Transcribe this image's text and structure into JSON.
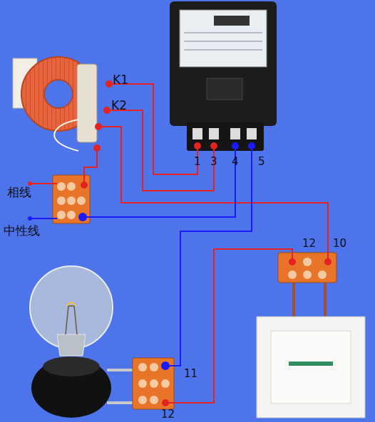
{
  "diagram": {
    "labels": [
      "K1",
      "K2",
      "1",
      "3",
      "4",
      "5",
      "相线",
      "中性线",
      "12",
      "10",
      "11",
      "12"
    ]
  }
}
